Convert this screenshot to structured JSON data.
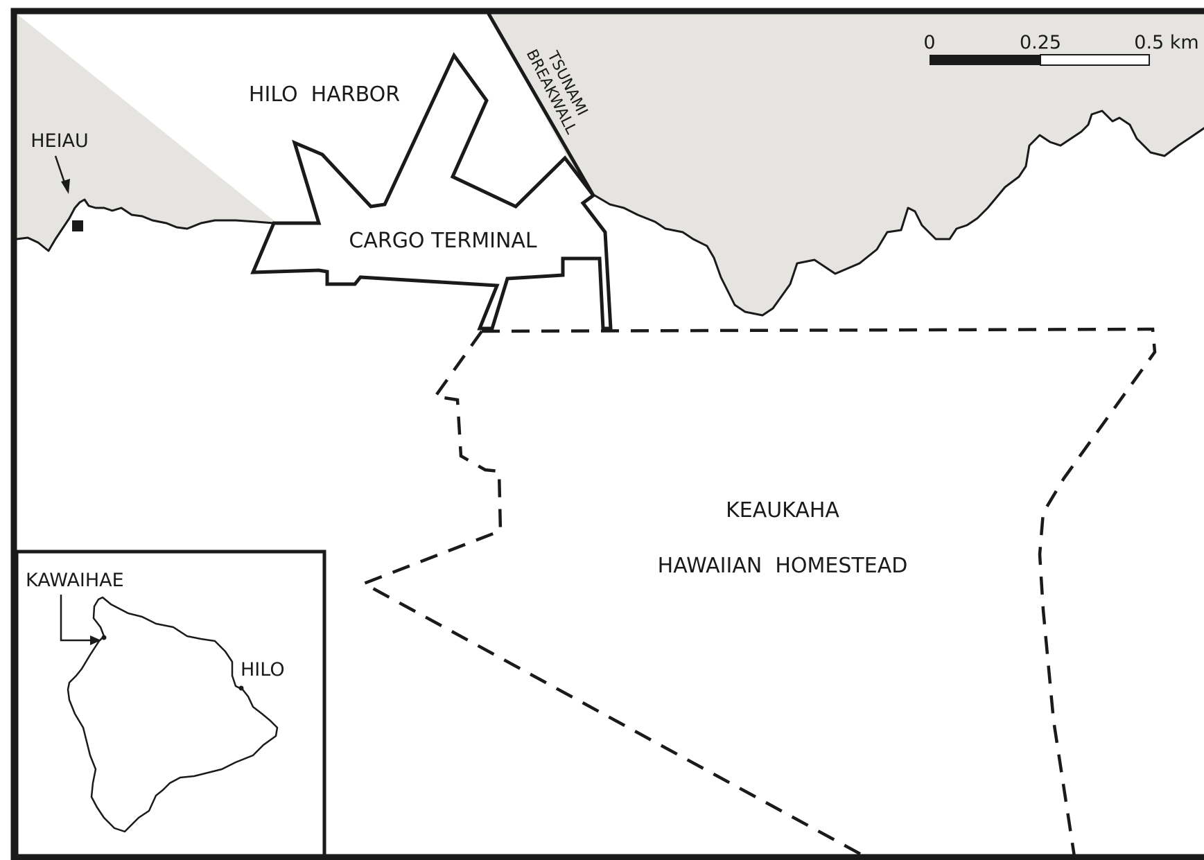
{
  "map": {
    "labels": {
      "harbor": "HILO  HARBOR",
      "heiau": "HEIAU",
      "breakwall_line1": "TSUNAMI",
      "breakwall_line2": "BREAKWALL",
      "cargo_terminal": "CARGO TERMINAL",
      "homestead_line1": "KEAUKAHA",
      "homestead_line2": "HAWAIIAN  HOMESTEAD"
    },
    "scale_bar": {
      "ticks": [
        "0",
        "0.25",
        "0.5 km"
      ]
    },
    "inset": {
      "kawaihae": "KAWAIHAE",
      "hilo": "HILO"
    },
    "colors": {
      "water": "#e6e4e1",
      "ink": "#1a1a1a",
      "land": "#ffffff"
    }
  }
}
